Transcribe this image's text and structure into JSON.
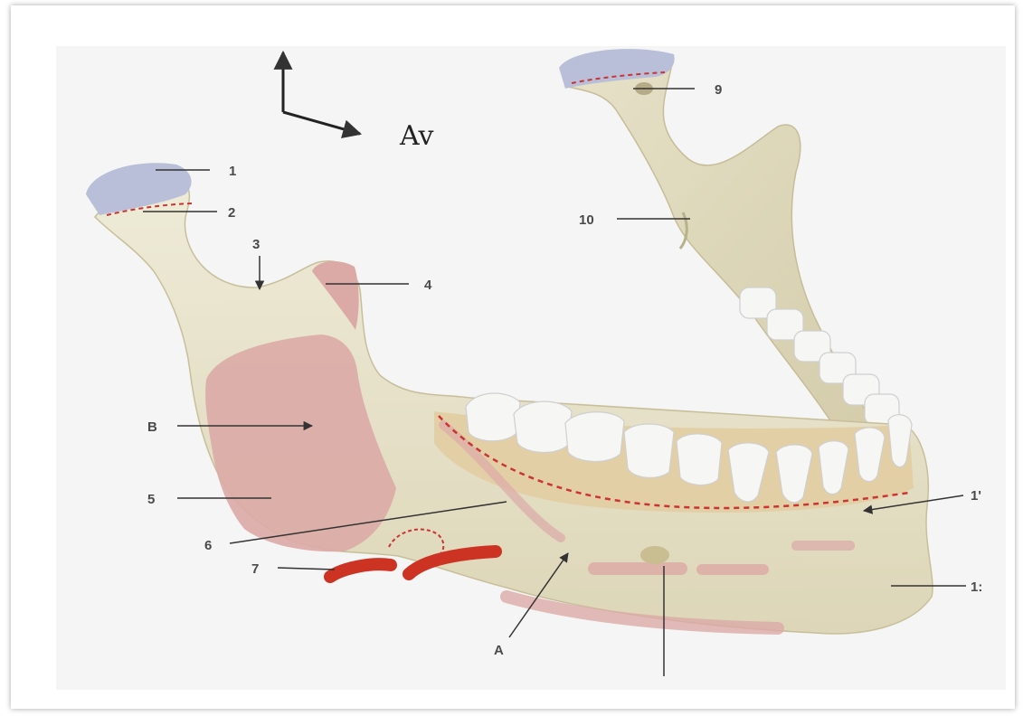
{
  "orientation": {
    "direction_label": "Av"
  },
  "labels": {
    "l1": "1",
    "l2": "2",
    "l3": "3",
    "l4": "4",
    "l5": "5",
    "l6": "6",
    "l7": "7",
    "l9": "9",
    "l10": "10",
    "l11": "1'",
    "l12": "1:",
    "lA": "A",
    "lB": "B"
  },
  "colors": {
    "bone": "#e9e5cf",
    "bone_shadow": "#cfc7a6",
    "gum": "#e3cfa6",
    "cartilage": "#b9bfd8",
    "muscle_insertion": "#dcaaa6",
    "artery": "#cc3322",
    "dashed_line": "#cc3333",
    "tooth": "#f6f6f4",
    "arrow": "#333333"
  }
}
